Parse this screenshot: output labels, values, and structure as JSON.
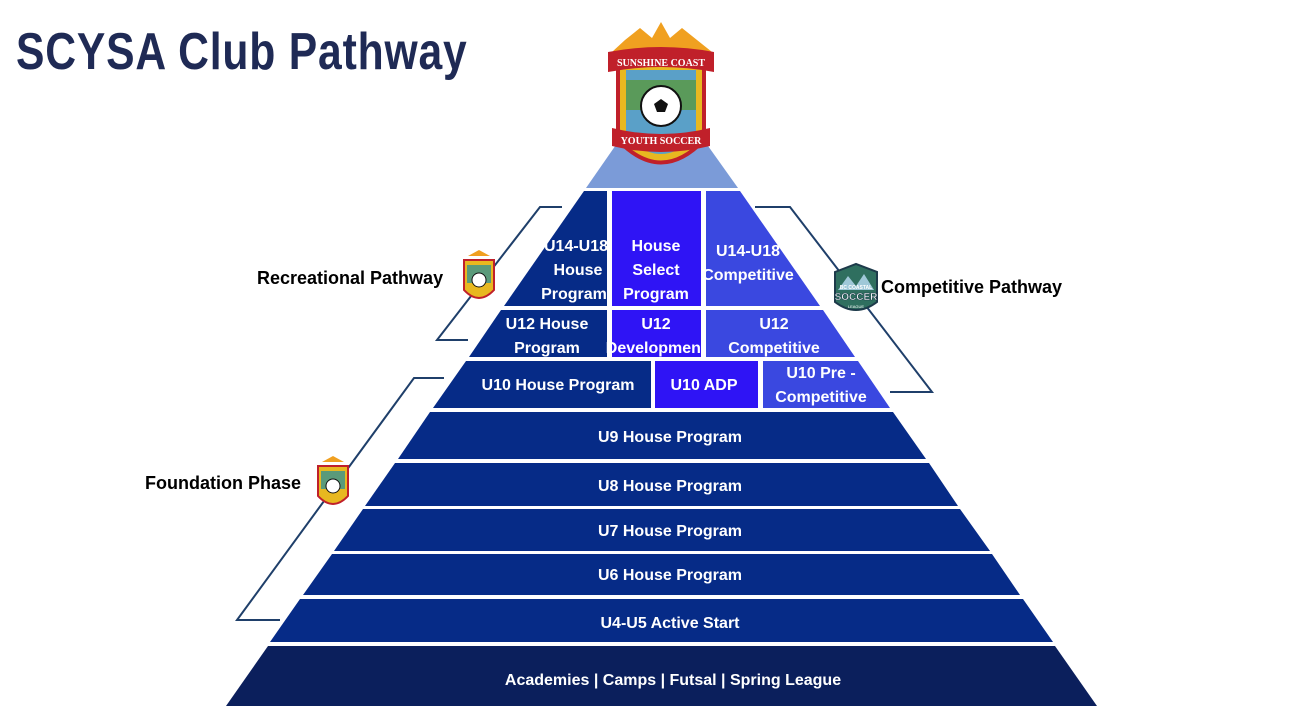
{
  "title": "SCYSA Club Pathway",
  "labels": {
    "recreational": "Recreational Pathway",
    "competitive": "Competitive Pathway",
    "foundation": "Foundation Phase"
  },
  "logos": {
    "main": {
      "top": "SUNSHINE COAST",
      "bottom": "YOUTH SOCCER"
    },
    "competitive": {
      "top": "BC COASTAL",
      "mid": "SOCCER",
      "bottom": "LEAGUE"
    }
  },
  "pyramid": {
    "row1": {
      "house": [
        "U14-U18",
        "House",
        "Program"
      ],
      "select": [
        "House",
        "Select",
        "Program"
      ],
      "competitive": [
        "U14-U18",
        "Competitive"
      ]
    },
    "row2": {
      "house": [
        "U12 House",
        "Program"
      ],
      "development": [
        "U12",
        "Development"
      ],
      "competitive": [
        "U12",
        "Competitive"
      ]
    },
    "row3": {
      "house": "U10 House Program",
      "adp": "U10 ADP",
      "precompetitive": [
        "U10 Pre -",
        "Competitive"
      ]
    },
    "u9": "U9 House Program",
    "u8": "U8 House Program",
    "u7": "U7 House Program",
    "u6": "U6 House Program",
    "u4u5": "U4-U5 Active Start",
    "base": "Academies | Camps | Futsal | Spring League"
  },
  "colors": {
    "title": "#1f2a55",
    "apex": "#7b9bd8",
    "house": "#062b87",
    "select": "#2f14f5",
    "competitive": "#3a48e0",
    "row": "#062b87",
    "base": "#0b1f5c",
    "connector": "#1f3f6a"
  }
}
